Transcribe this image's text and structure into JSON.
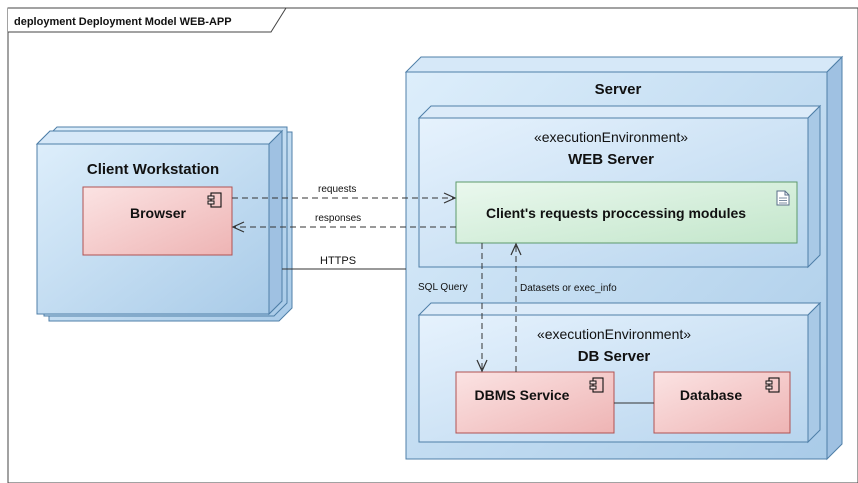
{
  "frame": {
    "title": "deployment Deployment Model WEB-APP"
  },
  "client": {
    "title": "Client Workstation",
    "browser": "Browser"
  },
  "server": {
    "title": "Server",
    "web": {
      "stereotype": "«executionEnvironment»",
      "title": "WEB Server",
      "module": "Client's requests proccessing modules"
    },
    "db": {
      "stereotype": "«executionEnvironment»",
      "title": "DB Server",
      "dbms": "DBMS Service",
      "database": "Database"
    }
  },
  "connectors": {
    "requests": "requests",
    "responses": "responses",
    "https": "HTTPS",
    "sql": "SQL Query",
    "datasets": "Datasets or exec_info"
  },
  "colors": {
    "node_fill": "#cfe3f5",
    "node_edge": "#4f7fa8",
    "component_fill": "#f6cfcf",
    "component_edge": "#b05252",
    "artifact_fill": "#dff3e3",
    "artifact_edge": "#5d9a6b"
  }
}
